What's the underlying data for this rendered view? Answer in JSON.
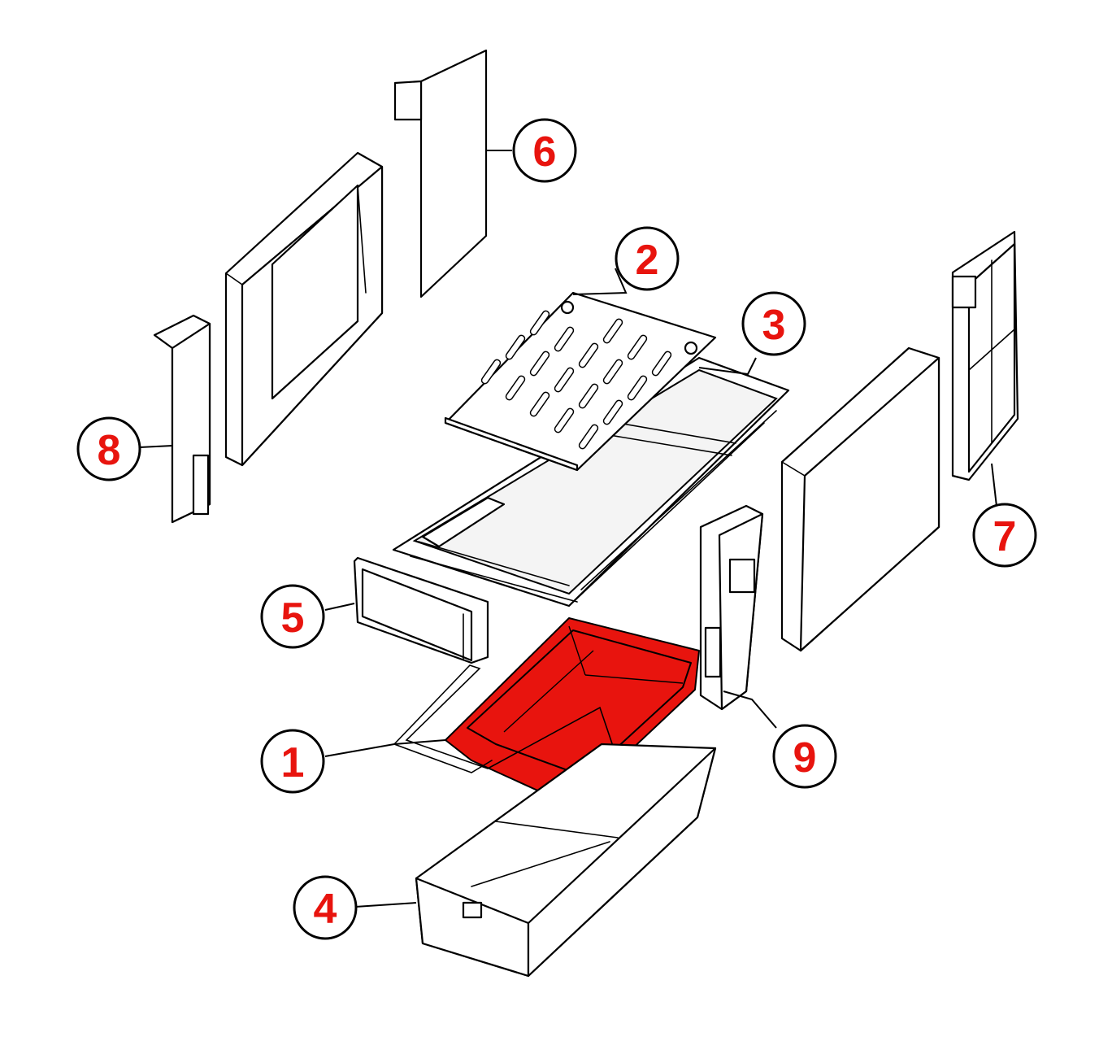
{
  "colors": {
    "highlight": "#e8140e",
    "callout_number": "#e8140e",
    "line": "#000000",
    "background": "#ffffff"
  },
  "highlighted_part": "1",
  "callouts": [
    {
      "id": "1",
      "label": "1"
    },
    {
      "id": "2",
      "label": "2"
    },
    {
      "id": "3",
      "label": "3"
    },
    {
      "id": "4",
      "label": "4"
    },
    {
      "id": "5",
      "label": "5"
    },
    {
      "id": "6",
      "label": "6"
    },
    {
      "id": "7",
      "label": "7"
    },
    {
      "id": "8",
      "label": "8"
    },
    {
      "id": "9",
      "label": "9"
    }
  ]
}
